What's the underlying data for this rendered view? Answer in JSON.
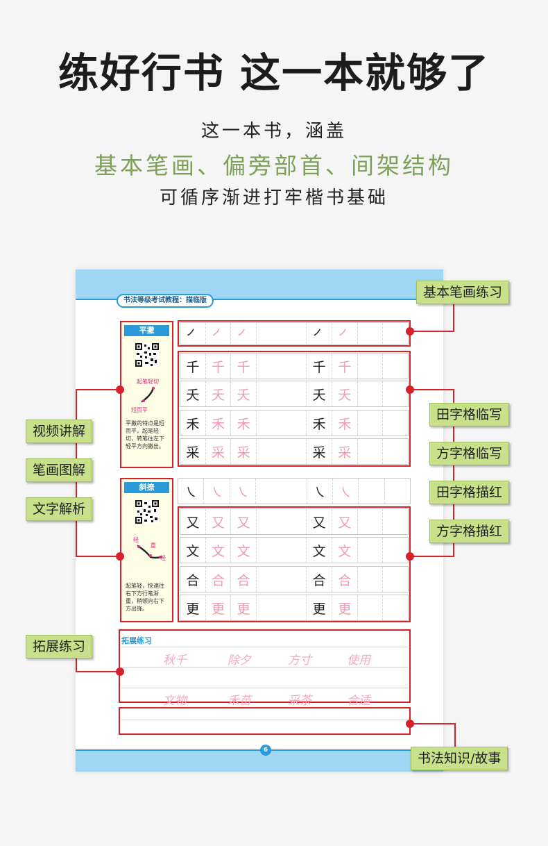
{
  "header": {
    "title": "练好行书 这一本就够了",
    "line1": "这一本书，涵盖",
    "line2": "基本笔画、偏旁部首、间架结构",
    "line3": "可循序渐进打牢楷书基础"
  },
  "book": {
    "header_label": "书法等级考试教程：描临版",
    "page_number": "6",
    "panels": [
      {
        "title": "平撇",
        "label_a": "起笔轻切",
        "label_b": "短而平",
        "text": "平撇的特点是短而平，起笔轻切，转笔往左下轻平方向撇出。"
      },
      {
        "title": "斜捺",
        "label_a": "轻",
        "label_b": "重",
        "label_c": "轻",
        "text": "起笔轻，快速往右下方行笔渐重，稍顿向右下方出锋。"
      }
    ],
    "section1": {
      "stroke": "㇒",
      "chars": [
        "千",
        "夭",
        "禾",
        "采"
      ]
    },
    "section2": {
      "stroke": "㇏",
      "chars": [
        "又",
        "文",
        "合",
        "更"
      ]
    },
    "expand": {
      "title": "拓展练习",
      "row1": [
        "秋千",
        "除夕",
        "方寸",
        "使用"
      ],
      "row2": [
        "文物",
        "禾苗",
        "采茶",
        "合适"
      ]
    }
  },
  "callouts": {
    "basic_strokes": "基本笔画练习",
    "video": "视频讲解",
    "diagram": "笔画图解",
    "text_analysis": "文字解析",
    "tian_copy": "田字格临写",
    "fang_copy": "方字格临写",
    "tian_trace": "田字格描红",
    "fang_trace": "方字格描红",
    "expand_practice": "拓展练习",
    "knowledge": "书法知识/故事"
  }
}
